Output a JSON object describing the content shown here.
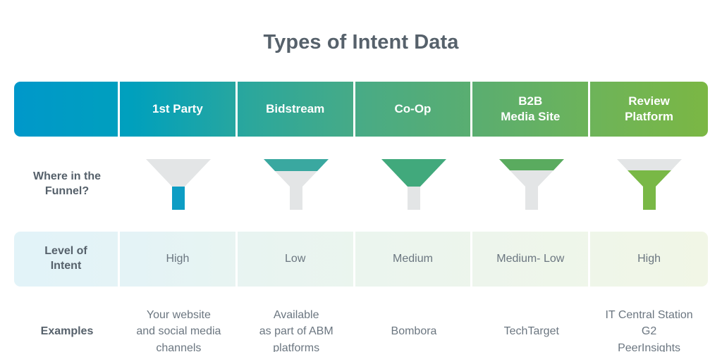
{
  "title": "Types of Intent Data",
  "colors": {
    "title_text": "#56616b",
    "body_text": "#6b7680",
    "header_gradient_start": "#0098ca",
    "header_gradient_end": "#7bb744",
    "funnel_empty": "#e3e5e6",
    "funnel_1st_party": "#0d9dc4",
    "funnel_bidstream": "#3aa8a0",
    "funnel_coop": "#41a97c",
    "funnel_b2b": "#5aab5f",
    "funnel_review": "#79b846",
    "intent_row_tint_start": "#e2f3f8",
    "intent_row_tint_end": "#f1f6e6"
  },
  "columns": [
    {
      "id": "spacer",
      "header": "",
      "funnel_icon": "",
      "intent": "",
      "examples": ""
    },
    {
      "id": "1st-party",
      "header": "1st Party",
      "funnel_icon": "funnel-icon-bottom-stem",
      "funnel_fill": "stem",
      "intent": "High",
      "examples": "Your website\nand social media\nchannels"
    },
    {
      "id": "bidstream",
      "header": "Bidstream",
      "funnel_icon": "funnel-icon-top-band",
      "funnel_fill": "top-band",
      "intent": "Low",
      "examples": "Available\nas part of ABM\nplatforms"
    },
    {
      "id": "co-op",
      "header": "Co-Op",
      "funnel_icon": "funnel-icon-full-cone",
      "funnel_fill": "cone",
      "intent": "Medium",
      "examples": "Bombora"
    },
    {
      "id": "b2b-media-site",
      "header": "B2B\nMedia Site",
      "funnel_icon": "funnel-icon-top-band",
      "funnel_fill": "top-band",
      "intent": "Medium- Low",
      "examples": "TechTarget"
    },
    {
      "id": "review-platform",
      "header": "Review\nPlatform",
      "funnel_icon": "funnel-icon-lower-cone-stem",
      "funnel_fill": "lower-cone-and-stem",
      "intent": "High",
      "examples": "IT Central Station\nG2\nPeerInsights"
    }
  ],
  "rows": {
    "funnel_label": "Where in the\nFunnel?",
    "intent_label": "Level of\nIntent",
    "examples_label": "Examples"
  }
}
